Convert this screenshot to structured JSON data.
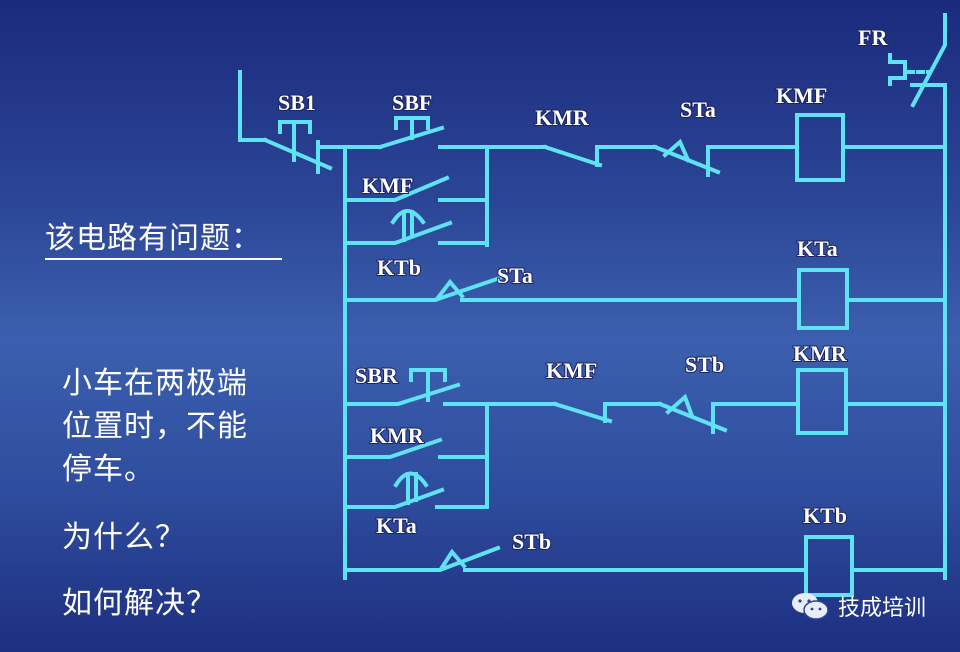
{
  "question": {
    "title": "该电路有问题：",
    "lines": [
      "小车在两极端",
      "位置时，不能",
      "停车。"
    ],
    "why": "为什么？",
    "how": "如何解决？"
  },
  "labels": {
    "sb1": "SB1",
    "sbf": "SBF",
    "kmr_nc_top": "KMR",
    "sta_nc_top": "STa",
    "kmf_coil": "KMF",
    "fr": "FR",
    "kmf_contact": "KMF",
    "ktb_contact": "KTb",
    "sta_no": "STa",
    "kta_coil": "KTa",
    "sbr": "SBR",
    "kmf_nc": "KMF",
    "stb_nc": "STb",
    "kmr_coil": "KMR",
    "kmr_contact": "KMR",
    "kta_contact": "KTa",
    "stb_no": "STb",
    "ktb_coil": "KTb"
  },
  "watermark": {
    "icon": "wechat-icon",
    "text": "技成培训"
  },
  "colors": {
    "wire": "#5fe3f2"
  }
}
